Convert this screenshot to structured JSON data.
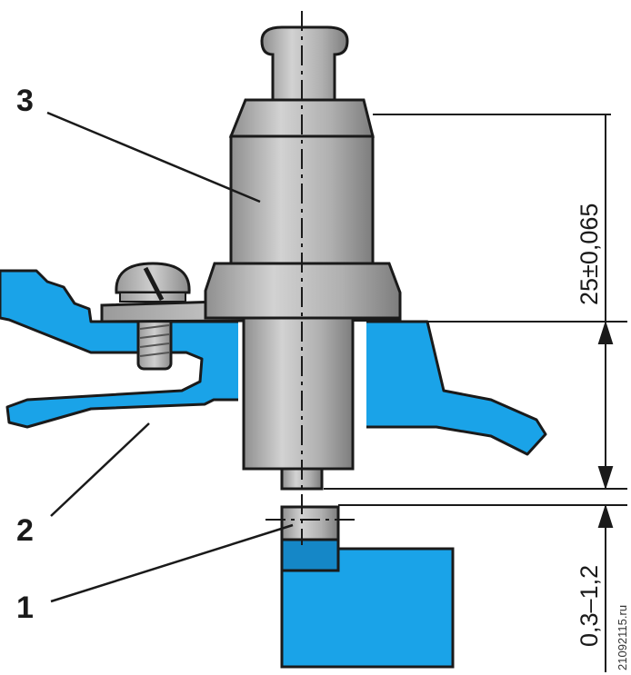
{
  "callouts": {
    "label_1": "1",
    "label_2": "2",
    "label_3": "3"
  },
  "dimensions": {
    "upper": "25±0,065",
    "lower": "0,3–1,2"
  },
  "watermark": "21092115.ru",
  "colors": {
    "blue_part": "#1aa3e8",
    "blue_dark": "#1587c7",
    "grey_metal": "#b3b3b3",
    "outline": "#1a1a1a"
  }
}
